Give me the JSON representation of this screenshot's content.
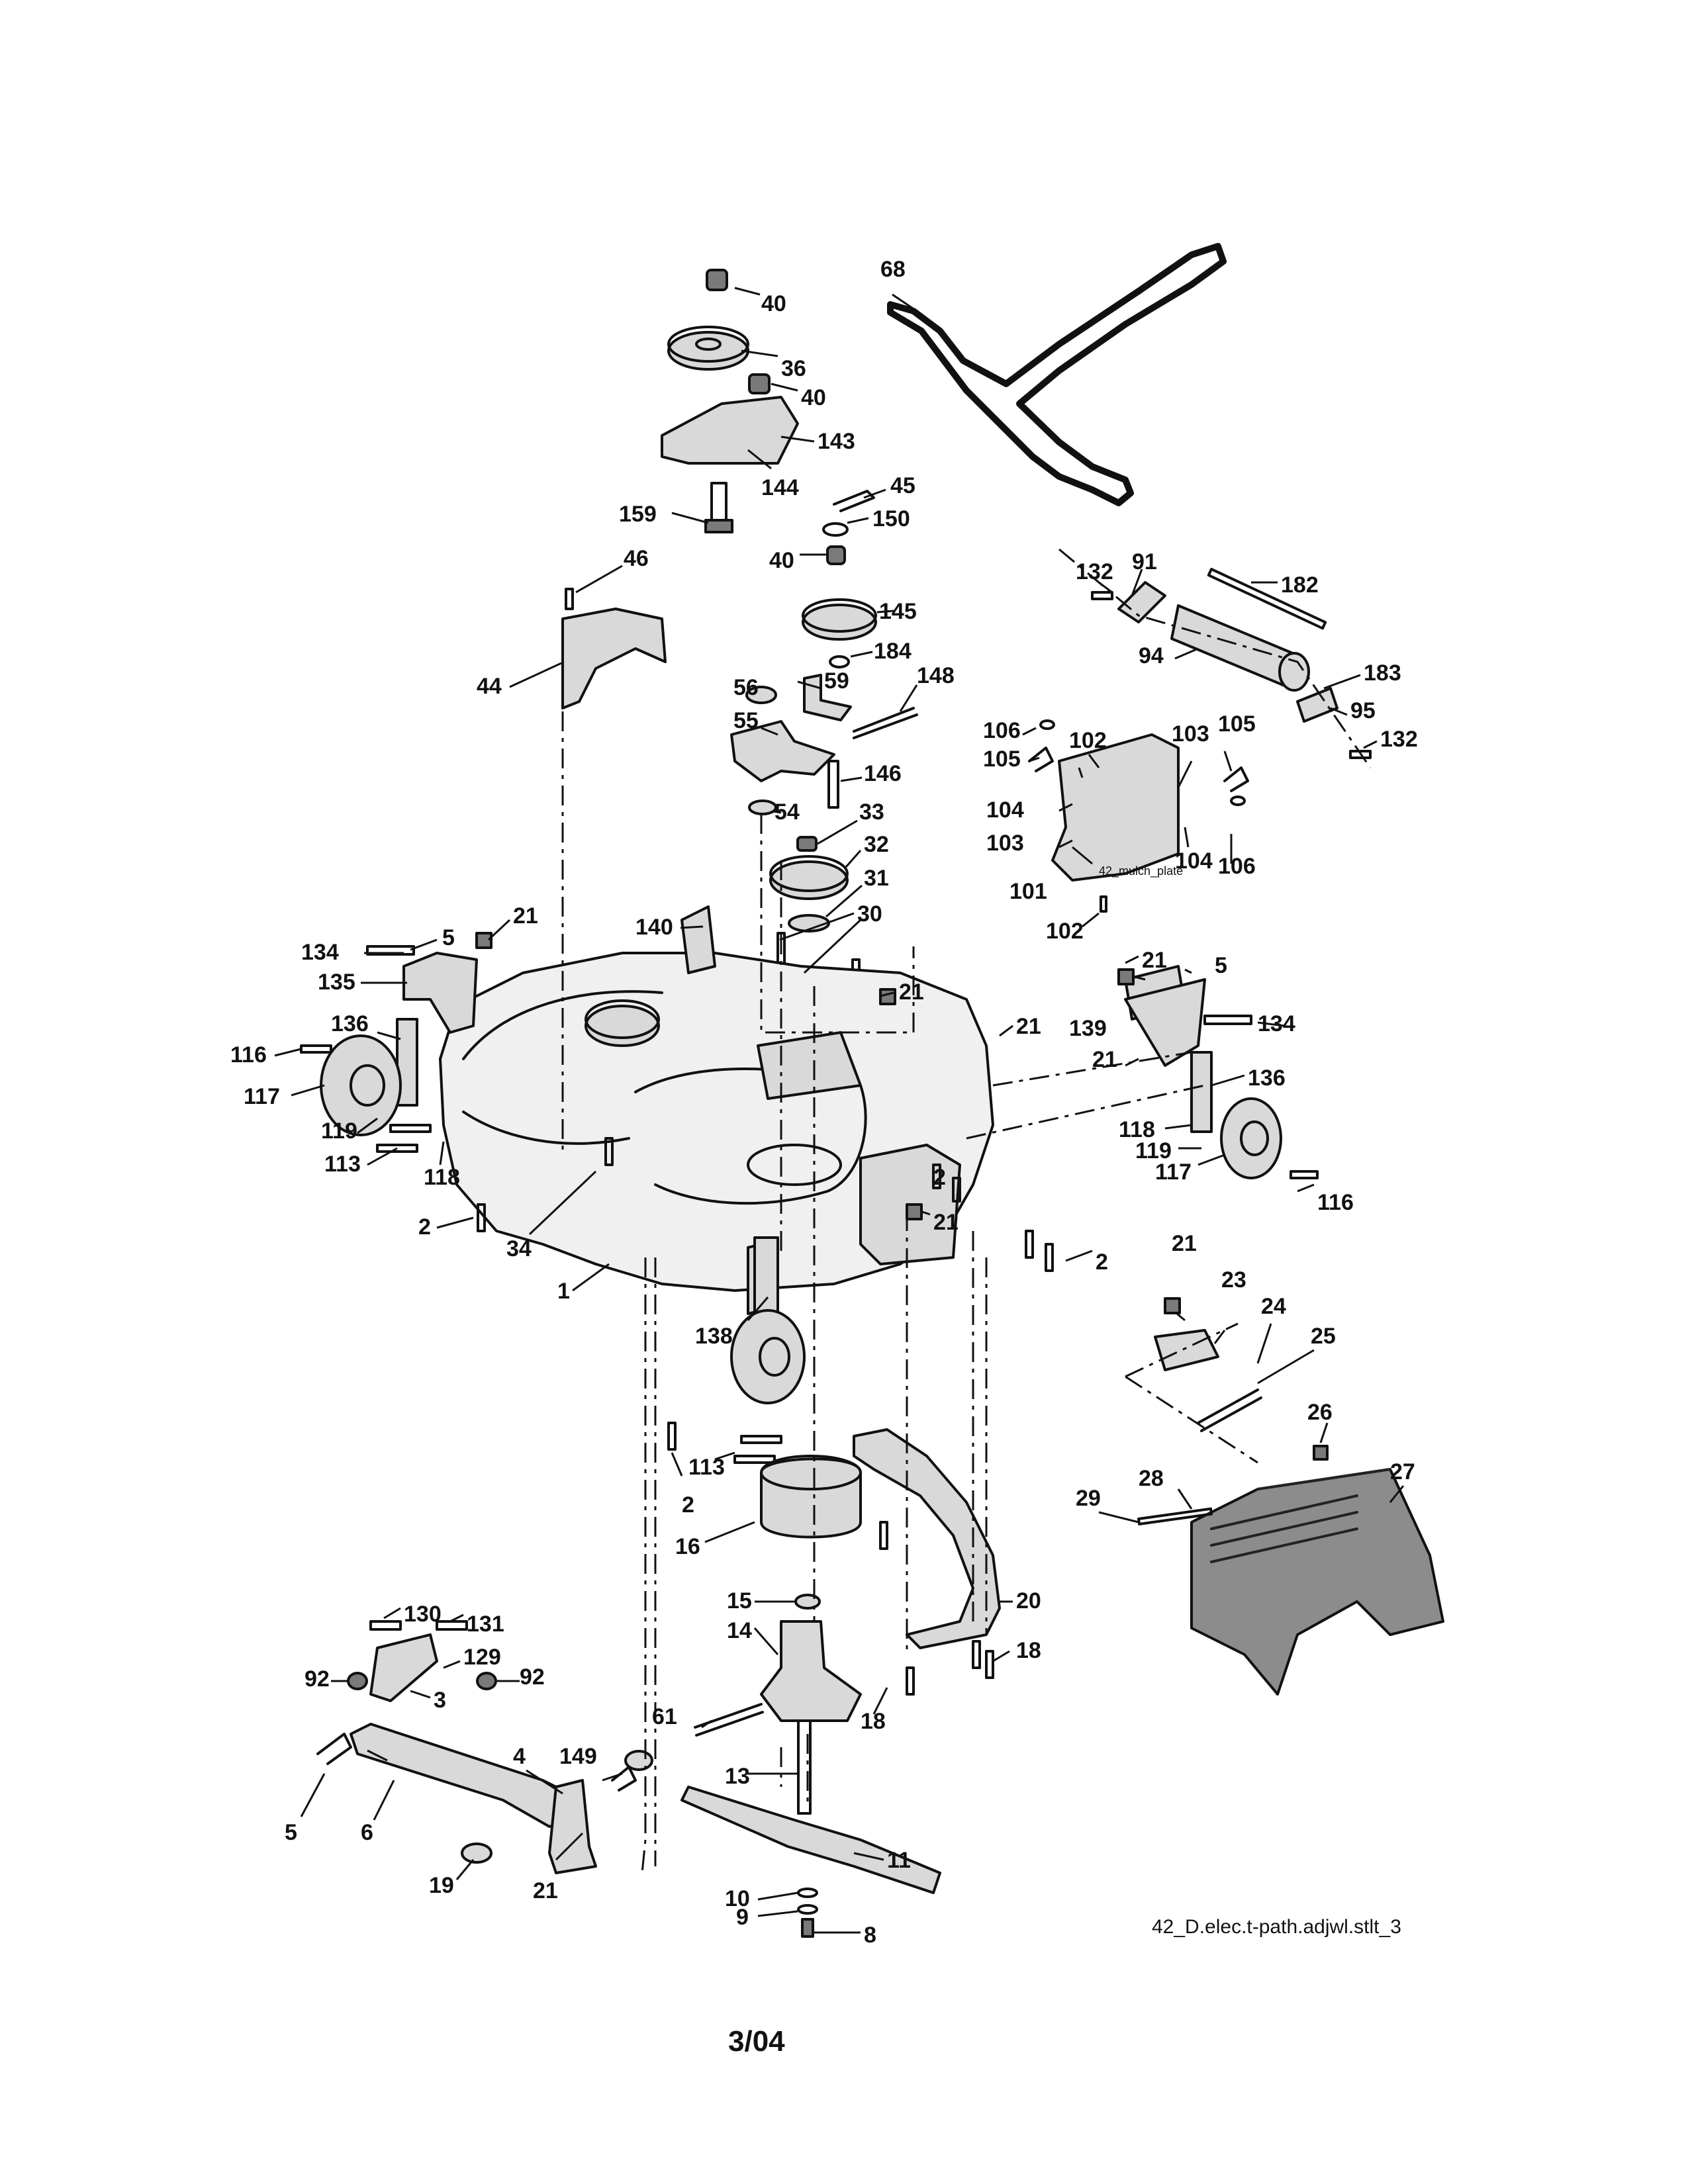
{
  "diagram": {
    "callouts": [
      "1",
      "2",
      "3",
      "4",
      "5",
      "6",
      "8",
      "9",
      "10",
      "11",
      "13",
      "14",
      "15",
      "16",
      "18",
      "19",
      "20",
      "21",
      "23",
      "24",
      "25",
      "26",
      "27",
      "28",
      "29",
      "30",
      "31",
      "32",
      "33",
      "34",
      "36",
      "40",
      "44",
      "45",
      "46",
      "54",
      "55",
      "56",
      "59",
      "61",
      "68",
      "91",
      "92",
      "94",
      "95",
      "101",
      "102",
      "103",
      "104",
      "105",
      "106",
      "113",
      "116",
      "117",
      "118",
      "119",
      "129",
      "130",
      "131",
      "132",
      "134",
      "135",
      "136",
      "138",
      "139",
      "140",
      "143",
      "144",
      "145",
      "146",
      "148",
      "149",
      "150",
      "159",
      "182",
      "183",
      "184"
    ],
    "plate_label": "42_mulch_plate"
  },
  "footer": {
    "filename": "42_D.elec.t-path.adjwl.stlt_3",
    "page": "3/04"
  }
}
